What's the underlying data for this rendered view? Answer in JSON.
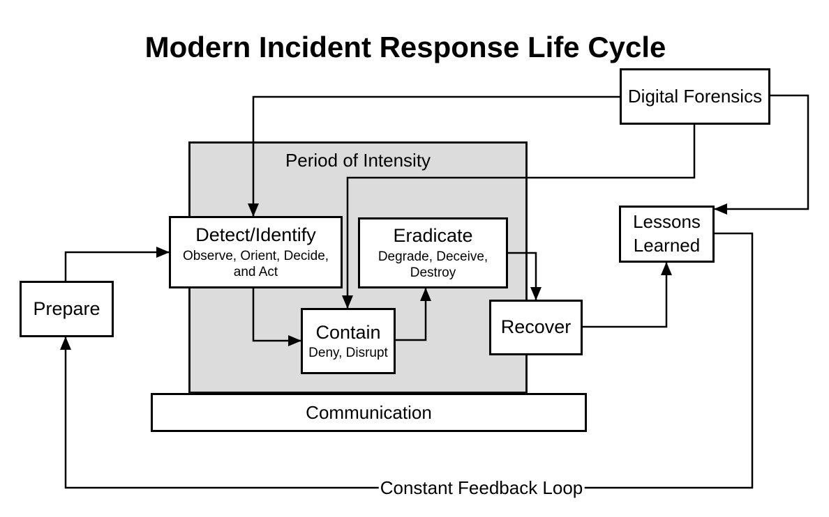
{
  "title": "Modern Incident Response Life Cycle",
  "diagram": {
    "containers": {
      "period_of_intensity": {
        "label": "Period of Intensity"
      },
      "communication": {
        "label": "Communication"
      }
    },
    "nodes": {
      "prepare": {
        "label": "Prepare"
      },
      "detect_identify": {
        "label": "Detect/Identify",
        "sublabel": "Observe, Orient, Decide, and Act"
      },
      "eradicate": {
        "label": "Eradicate",
        "sublabel": "Degrade, Deceive, Destroy"
      },
      "contain": {
        "label": "Contain",
        "sublabel": "Deny, Disrupt"
      },
      "recover": {
        "label": "Recover"
      },
      "digital_forensics": {
        "label": "Digital Forensics"
      },
      "lessons_learned": {
        "label": "Lessons Learned"
      }
    },
    "feedback_loop_label": "Constant Feedback Loop",
    "edges": [
      {
        "from": "prepare",
        "to": "detect_identify"
      },
      {
        "from": "digital_forensics",
        "to": "detect_identify"
      },
      {
        "from": "digital_forensics",
        "to": "contain"
      },
      {
        "from": "digital_forensics",
        "to": "lessons_learned"
      },
      {
        "from": "detect_identify",
        "to": "contain"
      },
      {
        "from": "contain",
        "to": "eradicate"
      },
      {
        "from": "eradicate",
        "to": "recover"
      },
      {
        "from": "recover",
        "to": "lessons_learned"
      },
      {
        "from": "lessons_learned",
        "to": "prepare",
        "via": "constant_feedback_loop"
      }
    ],
    "colors": {
      "line": "#000000",
      "period_fill": "#dcdcdc",
      "node_fill": "#ffffff",
      "text": "#000000"
    }
  }
}
